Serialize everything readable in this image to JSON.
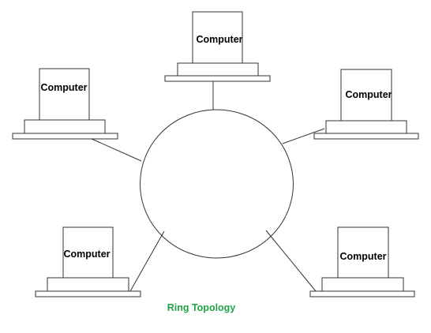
{
  "diagram": {
    "caption": "Ring Topology",
    "caption_color": "#22a34a",
    "line_color": "#333333",
    "nodes": [
      {
        "id": "top",
        "label": "Computer"
      },
      {
        "id": "upper-left",
        "label": "Computer"
      },
      {
        "id": "upper-right",
        "label": "Computer"
      },
      {
        "id": "lower-left",
        "label": "Computer"
      },
      {
        "id": "lower-right",
        "label": "Computer"
      }
    ]
  }
}
